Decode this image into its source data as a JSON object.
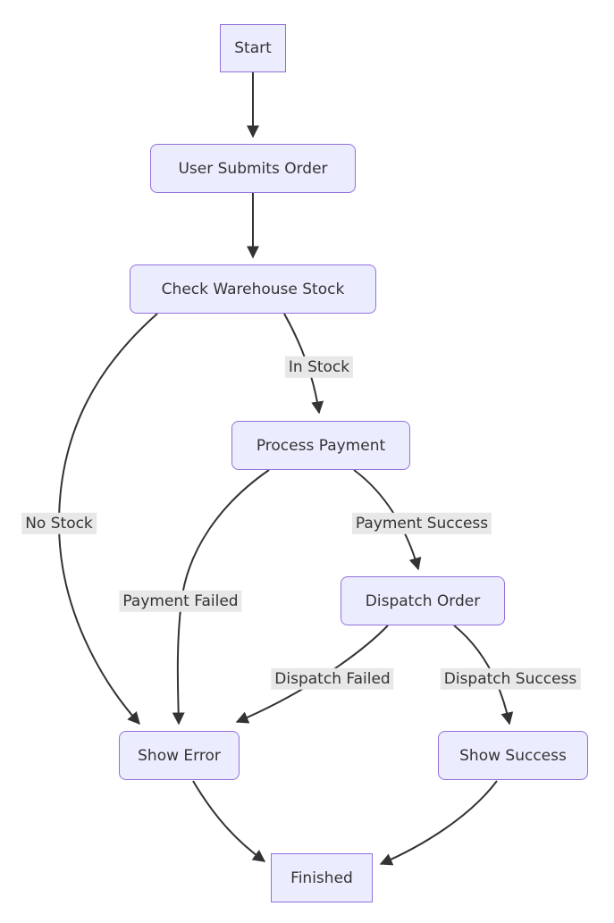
{
  "diagram": {
    "type": "flowchart",
    "direction": "top-down",
    "nodes": [
      {
        "id": "start",
        "label": "Start",
        "shape": "rect"
      },
      {
        "id": "submit",
        "label": "User Submits Order",
        "shape": "rounded"
      },
      {
        "id": "check",
        "label": "Check Warehouse Stock",
        "shape": "rounded"
      },
      {
        "id": "payment",
        "label": "Process Payment",
        "shape": "rounded"
      },
      {
        "id": "dispatch",
        "label": "Dispatch Order",
        "shape": "rounded"
      },
      {
        "id": "error",
        "label": "Show Error",
        "shape": "rounded"
      },
      {
        "id": "success",
        "label": "Show Success",
        "shape": "rounded"
      },
      {
        "id": "finished",
        "label": "Finished",
        "shape": "rect"
      }
    ],
    "edges": [
      {
        "from": "start",
        "to": "submit",
        "label": ""
      },
      {
        "from": "submit",
        "to": "check",
        "label": ""
      },
      {
        "from": "check",
        "to": "payment",
        "label": "In Stock"
      },
      {
        "from": "check",
        "to": "error",
        "label": "No Stock"
      },
      {
        "from": "payment",
        "to": "dispatch",
        "label": "Payment Success"
      },
      {
        "from": "payment",
        "to": "error",
        "label": "Payment Failed"
      },
      {
        "from": "dispatch",
        "to": "error",
        "label": "Dispatch Failed"
      },
      {
        "from": "dispatch",
        "to": "success",
        "label": "Dispatch Success"
      },
      {
        "from": "error",
        "to": "finished",
        "label": ""
      },
      {
        "from": "success",
        "to": "finished",
        "label": ""
      }
    ],
    "colors": {
      "node_fill": "#ECECFF",
      "node_border": "#9370DB",
      "edge_stroke": "#333333",
      "edge_label_bg": "#e8e8e8",
      "text": "#333333",
      "background": "#ffffff"
    }
  }
}
